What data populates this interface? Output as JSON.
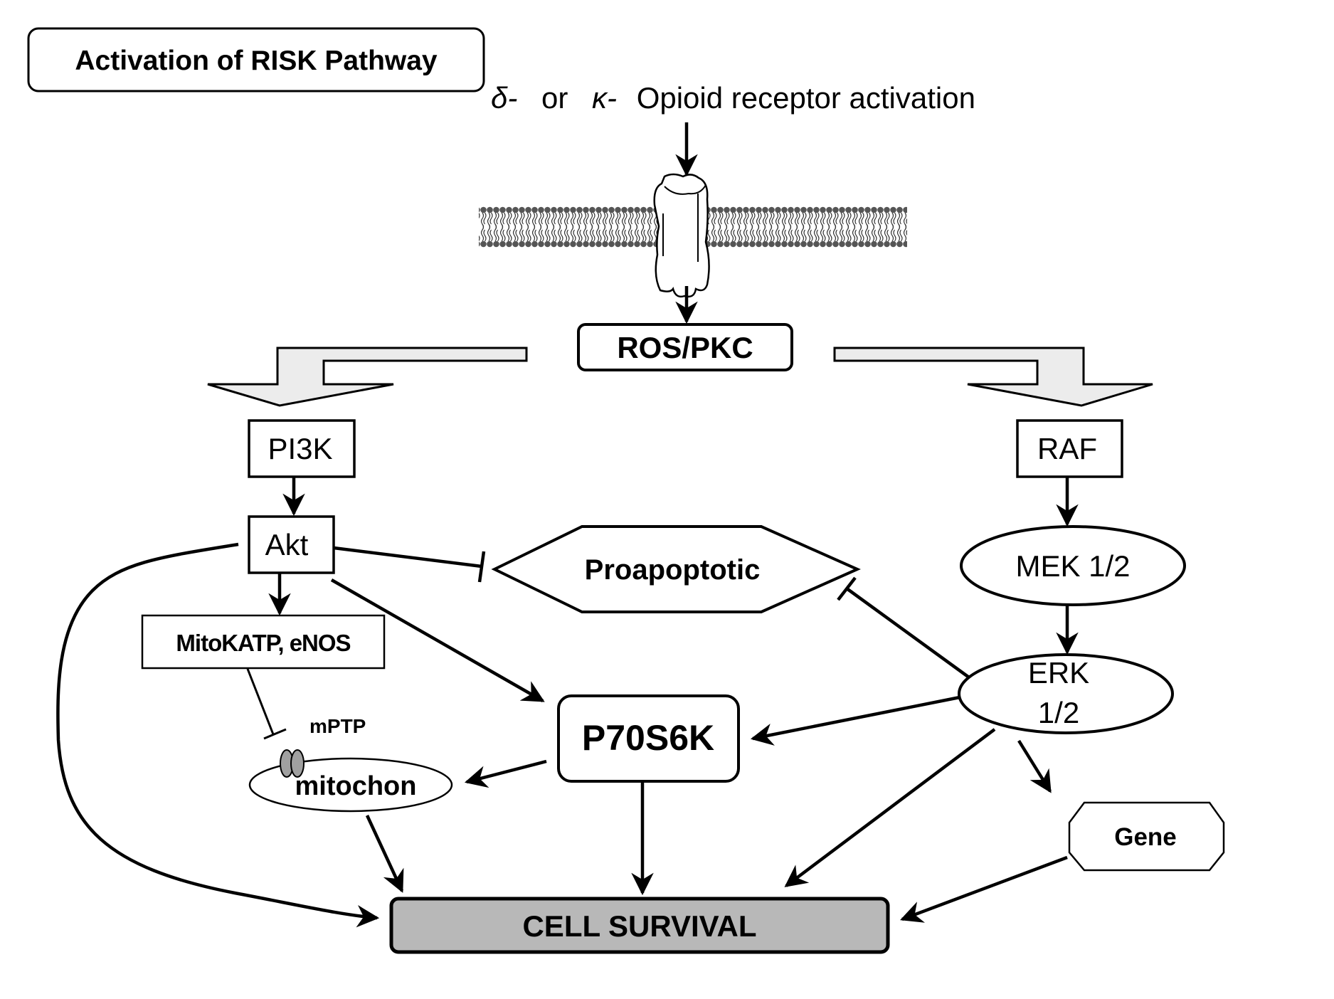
{
  "title": "Activation of RISK Pathway",
  "stimulus": {
    "delta": "δ-",
    "or": "or",
    "kappa": "κ-",
    "rest": "Opioid receptor activation"
  },
  "nodes": {
    "ros_pkc": "ROS/PKC",
    "pi3k": "PI3K",
    "akt": "Akt",
    "raf": "RAF",
    "mek": "MEK 1/2",
    "erk_line1": "ERK",
    "erk_line2": "1/2",
    "proapoptotic": "Proapoptotic",
    "mitokatp": "MitoKATP, eNOS",
    "mptp": "mPTP",
    "mitochon": "mitochon",
    "p70s6k": "P70S6K",
    "gene": "Gene",
    "cell_survival": "CELL SURVIVAL"
  },
  "edges": [
    {
      "from": "stimulus",
      "to": "receptor",
      "type": "activates"
    },
    {
      "from": "receptor",
      "to": "ROS/PKC",
      "type": "activates"
    },
    {
      "from": "ROS/PKC",
      "to": "PI3K",
      "type": "activates"
    },
    {
      "from": "ROS/PKC",
      "to": "RAF",
      "type": "activates"
    },
    {
      "from": "PI3K",
      "to": "Akt",
      "type": "activates"
    },
    {
      "from": "Akt",
      "to": "MitoKATP, eNOS",
      "type": "activates"
    },
    {
      "from": "Akt",
      "to": "Proapoptotic",
      "type": "inhibits"
    },
    {
      "from": "Akt",
      "to": "P70S6K",
      "type": "activates"
    },
    {
      "from": "Akt",
      "to": "CELL SURVIVAL",
      "type": "activates"
    },
    {
      "from": "MitoKATP, eNOS",
      "to": "mPTP",
      "type": "inhibits"
    },
    {
      "from": "P70S6K",
      "to": "mitochon",
      "type": "activates"
    },
    {
      "from": "P70S6K",
      "to": "CELL SURVIVAL",
      "type": "activates"
    },
    {
      "from": "mitochon",
      "to": "CELL SURVIVAL",
      "type": "activates"
    },
    {
      "from": "RAF",
      "to": "MEK 1/2",
      "type": "activates"
    },
    {
      "from": "MEK 1/2",
      "to": "ERK 1/2",
      "type": "activates"
    },
    {
      "from": "ERK 1/2",
      "to": "Proapoptotic",
      "type": "inhibits"
    },
    {
      "from": "ERK 1/2",
      "to": "P70S6K",
      "type": "activates"
    },
    {
      "from": "ERK 1/2",
      "to": "CELL SURVIVAL",
      "type": "activates"
    },
    {
      "from": "ERK 1/2",
      "to": "Gene",
      "type": "activates"
    },
    {
      "from": "Gene",
      "to": "CELL SURVIVAL",
      "type": "activates"
    }
  ],
  "colors": {
    "cell_survival_fill": "#b8b8b8",
    "block_arrow_fill": "#ececec",
    "mptp_fill": "#a0a0a0",
    "membrane": "#555555"
  }
}
